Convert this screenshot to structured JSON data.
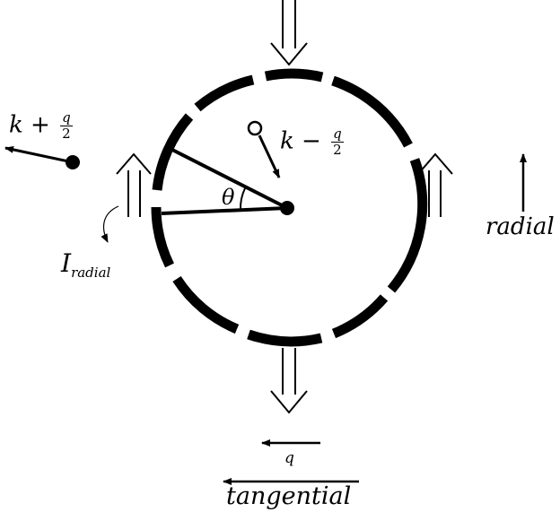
{
  "labels": {
    "k_plus": {
      "var": "k",
      "op": "+",
      "num": "q",
      "den": "2"
    },
    "k_minus": {
      "var": "k",
      "op": "−",
      "num": "q",
      "den": "2"
    },
    "theta": "θ",
    "i_radial_main": "I",
    "i_radial_sub": "radial",
    "radial": "radial",
    "q": "q",
    "tangential": "tangential"
  },
  "colors": {
    "ink": "#000000",
    "background": "#ffffff"
  }
}
